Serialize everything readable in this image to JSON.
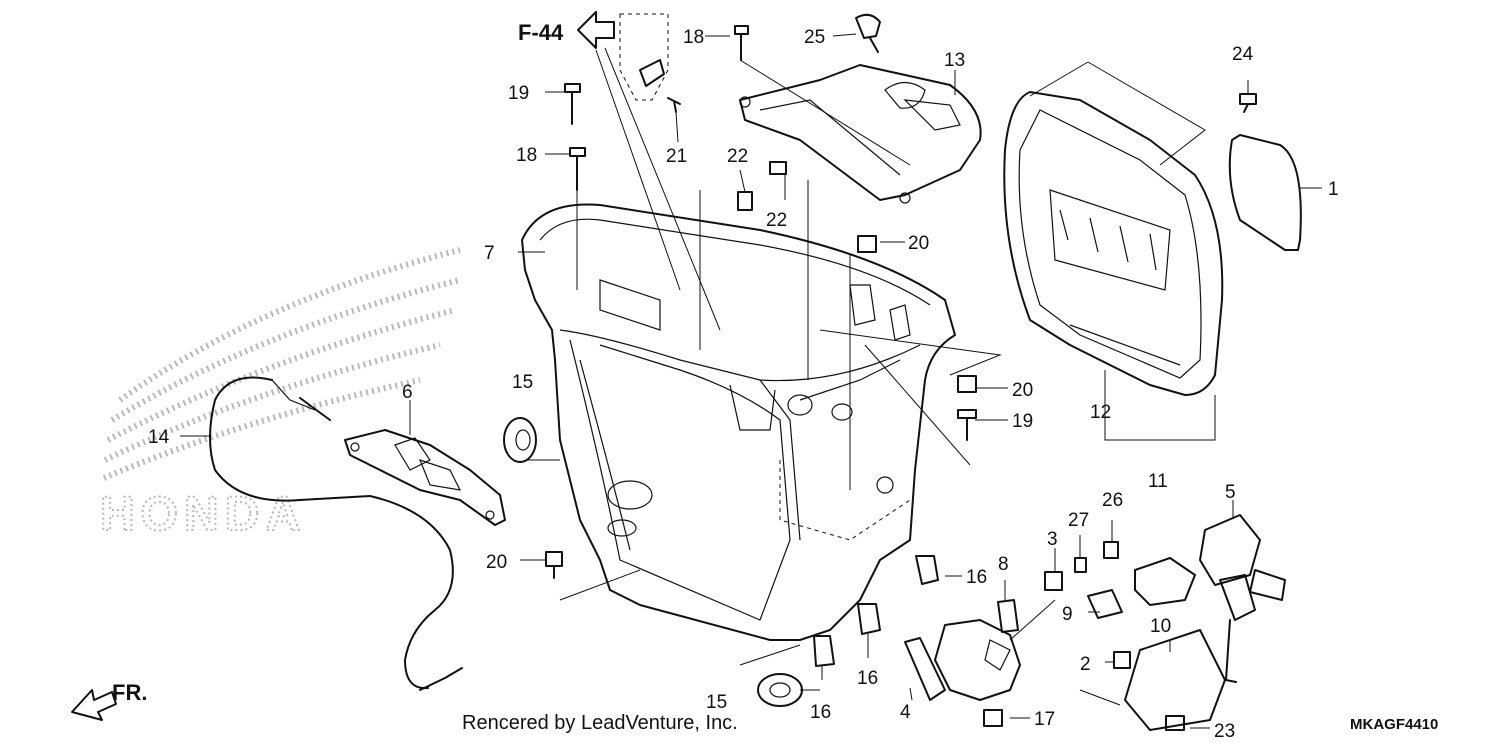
{
  "reference": {
    "page_ref": "F-44",
    "front_label": "FR."
  },
  "watermark": {
    "brand": "HONDA"
  },
  "footer": {
    "credit": "Rencered by LeadVenture, Inc.",
    "code": "MKAGF4410"
  },
  "callouts": [
    {
      "id": "c1",
      "label": "1"
    },
    {
      "id": "c2",
      "label": "2"
    },
    {
      "id": "c3",
      "label": "3"
    },
    {
      "id": "c4",
      "label": "4"
    },
    {
      "id": "c5",
      "label": "5"
    },
    {
      "id": "c6",
      "label": "6"
    },
    {
      "id": "c7",
      "label": "7"
    },
    {
      "id": "c8",
      "label": "8"
    },
    {
      "id": "c9",
      "label": "9"
    },
    {
      "id": "c10",
      "label": "10"
    },
    {
      "id": "c11",
      "label": "11"
    },
    {
      "id": "c12",
      "label": "12"
    },
    {
      "id": "c13",
      "label": "13"
    },
    {
      "id": "c14",
      "label": "14"
    },
    {
      "id": "c15a",
      "label": "15"
    },
    {
      "id": "c15b",
      "label": "15"
    },
    {
      "id": "c16a",
      "label": "16"
    },
    {
      "id": "c16b",
      "label": "16"
    },
    {
      "id": "c16c",
      "label": "16"
    },
    {
      "id": "c17",
      "label": "17"
    },
    {
      "id": "c18a",
      "label": "18"
    },
    {
      "id": "c18b",
      "label": "18"
    },
    {
      "id": "c19a",
      "label": "19"
    },
    {
      "id": "c19b",
      "label": "19"
    },
    {
      "id": "c20a",
      "label": "20"
    },
    {
      "id": "c20b",
      "label": "20"
    },
    {
      "id": "c20c",
      "label": "20"
    },
    {
      "id": "c21",
      "label": "21"
    },
    {
      "id": "c22a",
      "label": "22"
    },
    {
      "id": "c22b",
      "label": "22"
    },
    {
      "id": "c23",
      "label": "23"
    },
    {
      "id": "c24",
      "label": "24"
    },
    {
      "id": "c25",
      "label": "25"
    },
    {
      "id": "c26",
      "label": "26"
    },
    {
      "id": "c27",
      "label": "27"
    }
  ]
}
